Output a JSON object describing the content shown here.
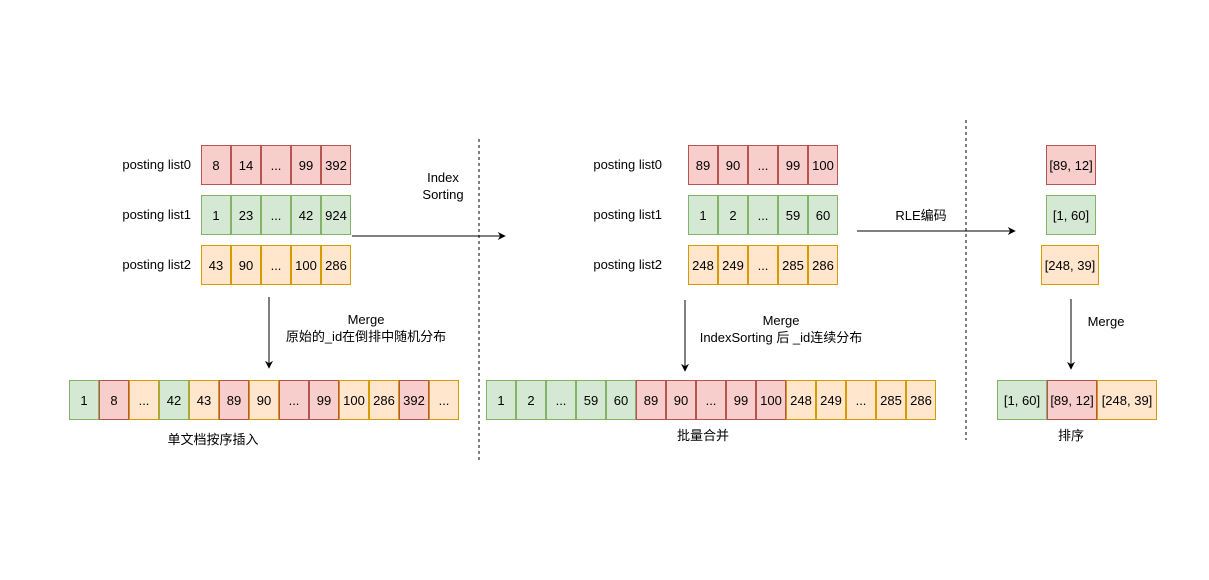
{
  "colors": {
    "red_fill": "#f8cecc",
    "red_border": "#b85450",
    "green_fill": "#d5e8d4",
    "green_border": "#82b366",
    "orange_fill": "#ffe6cc",
    "orange_border": "#d79b00"
  },
  "left": {
    "list_labels": [
      "posting list0",
      "posting list1",
      "posting list2"
    ],
    "lists": [
      [
        "8",
        "14",
        "...",
        "99",
        "392"
      ],
      [
        "1",
        "23",
        "...",
        "42",
        "924"
      ],
      [
        "43",
        "90",
        "...",
        "100",
        "286"
      ]
    ],
    "merge_title": "Merge",
    "merge_note": "原始的_id在倒排中随机分布",
    "merged": [
      "1",
      "8",
      "...",
      "42",
      "43",
      "89",
      "90",
      "...",
      "99",
      "100",
      "286",
      "392",
      "..."
    ],
    "merged_colors": [
      "green",
      "red",
      "orange",
      "green",
      "orange",
      "red",
      "orange",
      "red",
      "red",
      "orange",
      "orange",
      "red",
      "orange"
    ],
    "caption": "单文档按序插入"
  },
  "index_sorting": {
    "line1": "Index",
    "line2": "Sorting"
  },
  "middle": {
    "list_labels": [
      "posting list0",
      "posting list1",
      "posting list2"
    ],
    "lists": [
      [
        "89",
        "90",
        "...",
        "99",
        "100"
      ],
      [
        "1",
        "2",
        "...",
        "59",
        "60"
      ],
      [
        "248",
        "249",
        "...",
        "285",
        "286"
      ]
    ],
    "merge_title": "Merge",
    "merge_note": "IndexSorting 后 _id连续分布",
    "merged": [
      "1",
      "2",
      "...",
      "59",
      "60",
      "89",
      "90",
      "...",
      "99",
      "100",
      "248",
      "249",
      "...",
      "285",
      "286"
    ],
    "merged_colors": [
      "green",
      "green",
      "green",
      "green",
      "green",
      "red",
      "red",
      "red",
      "red",
      "red",
      "orange",
      "orange",
      "orange",
      "orange",
      "orange"
    ],
    "caption": "批量合并"
  },
  "rle": {
    "label": "RLE编码"
  },
  "right": {
    "encoded": [
      "[89, 12]",
      "[1, 60]",
      "[248, 39]"
    ],
    "merge_title": "Merge",
    "merged": [
      "[1, 60]",
      "[89, 12]",
      "[248, 39]"
    ],
    "merged_colors": [
      "green",
      "red",
      "orange"
    ],
    "caption": "排序"
  }
}
